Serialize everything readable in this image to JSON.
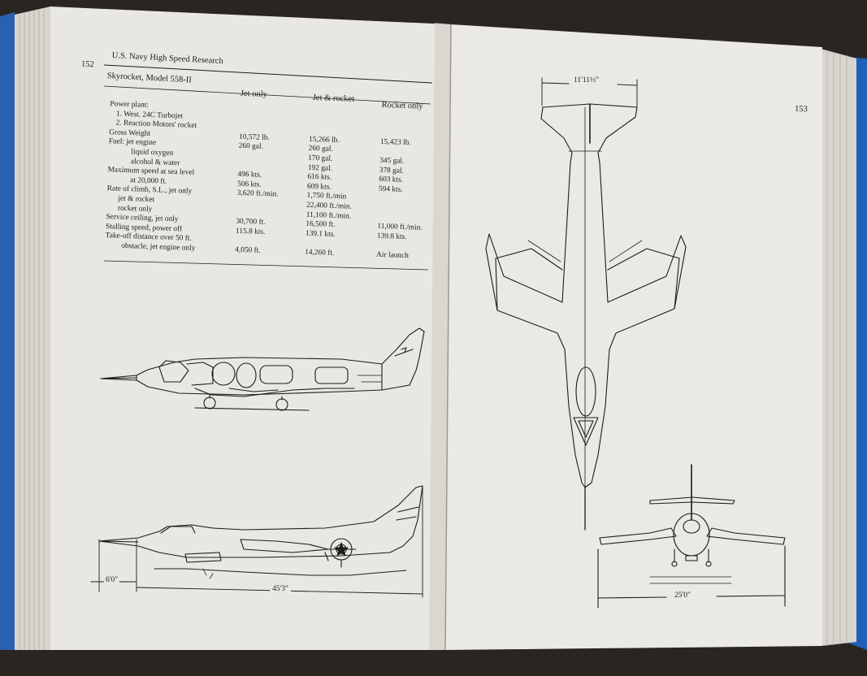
{
  "book": {
    "left_page": {
      "page_number": "152",
      "running_title": "U.S. Navy High Speed Research",
      "table_caption": "Skyrocket, Model 558-II",
      "columns": [
        "Jet only",
        "Jet & rocket",
        "Rocket only"
      ],
      "rows": [
        {
          "label": "Power plant:",
          "jet": "",
          "jetrocket": "",
          "rocket": ""
        },
        {
          "label": "1. West. 24C Turbojet",
          "jet": "",
          "jetrocket": "",
          "rocket": ""
        },
        {
          "label": "2. Reaction Motors' rocket",
          "jet": "",
          "jetrocket": "",
          "rocket": ""
        },
        {
          "label": "Gross Weight",
          "jet": "10,572 lb.",
          "jetrocket": "15,266 lb.",
          "rocket": "15,423 lb."
        },
        {
          "label": "Fuel: jet engine",
          "jet": "260 gal.",
          "jetrocket": "260 gal.",
          "rocket": ""
        },
        {
          "label": "liquid oxygen",
          "jet": "",
          "jetrocket": "170 gal.",
          "rocket": "345 gal."
        },
        {
          "label": "alcohol & water",
          "jet": "",
          "jetrocket": "192 gal.",
          "rocket": "378 gal."
        },
        {
          "label": "Maximum speed at sea level",
          "jet": "496 kts.",
          "jetrocket": "616 kts.",
          "rocket": "603 kts."
        },
        {
          "label": "at 20,000 ft.",
          "jet": "506 kts.",
          "jetrocket": "609 kts.",
          "rocket": "594 kts."
        },
        {
          "label": "Rate of climb, S.L., jet only",
          "jet": "3,620 ft./min.",
          "jetrocket": "1,750 ft./min",
          "rocket": ""
        },
        {
          "label": "jet & rocket",
          "jet": "",
          "jetrocket": "22,400 ft./min.",
          "rocket": ""
        },
        {
          "label": "rocket only",
          "jet": "",
          "jetrocket": "11,100 ft./min.",
          "rocket": ""
        },
        {
          "label": "Service ceiling, jet only",
          "jet": "30,700 ft.",
          "jetrocket": "16,500 ft.",
          "rocket": "11,000 ft./min."
        },
        {
          "label": "Stalling speed, power off",
          "jet": "115.8 kts.",
          "jetrocket": "139.1 kts.",
          "rocket": "139.8 kts."
        },
        {
          "label": "Take-off distance over 50 ft.",
          "jet": "",
          "jetrocket": "",
          "rocket": ""
        },
        {
          "label": "obstacle, jet engine only",
          "jet": "4,050 ft.",
          "jetrocket": "14,260 ft.",
          "rocket": "Air launch"
        }
      ],
      "dim_nose": "6'0\"",
      "dim_length": "45'3\""
    },
    "right_page": {
      "page_number": "153",
      "dim_tail_span": "11'11½\"",
      "dim_wing_span": "25'0\""
    }
  },
  "colors": {
    "paper_left": "#e9e7e2",
    "paper_right": "#ebe9e4",
    "ink": "#1c1c1c",
    "background": "#2a2521",
    "cover_blue": "#1f5fb5"
  }
}
